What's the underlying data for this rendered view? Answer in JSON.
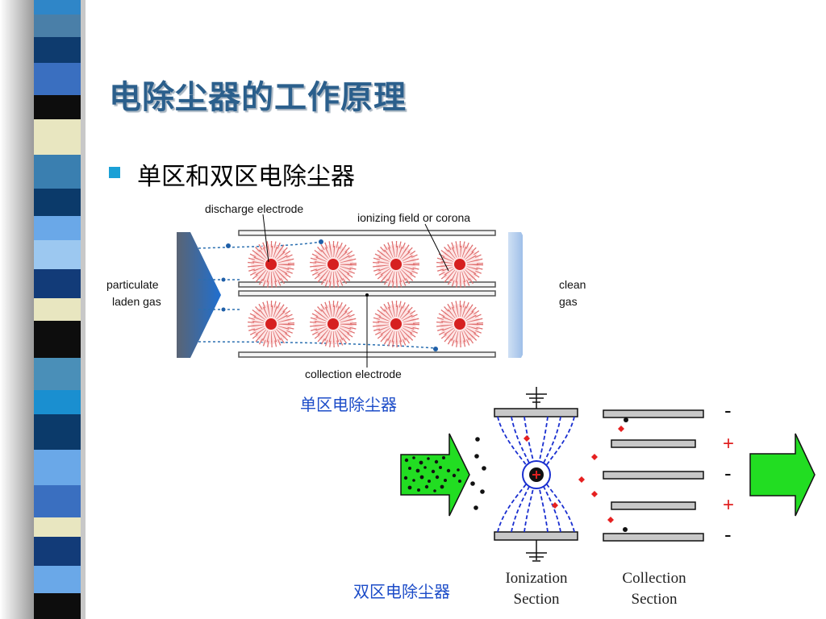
{
  "slide": {
    "title": "电除尘器的工作原理",
    "bullet": "单区和双区电除尘器"
  },
  "single_zone_diagram": {
    "label_discharge": "discharge electrode",
    "label_ionizing": "ionizing field or corona",
    "label_inlet_line1": "particulate",
    "label_inlet_line2": "laden gas",
    "label_outlet_line1": "clean",
    "label_outlet_line2": "gas",
    "label_collection": "collection electrode",
    "caption": "单区电除尘器"
  },
  "two_zone_diagram": {
    "ionization_line1": "Ionization",
    "ionization_line2": "Section",
    "collection_line1": "Collection",
    "collection_line2": "Section",
    "plate_signs": [
      "-",
      "+",
      "-",
      "+",
      "-"
    ],
    "caption": "双区电除尘器"
  },
  "colors": {
    "title": "#2b5f8c",
    "caption": "#1c4cc8",
    "bullet": "#1aa0d6",
    "flow_arrow": "#22dd22"
  }
}
